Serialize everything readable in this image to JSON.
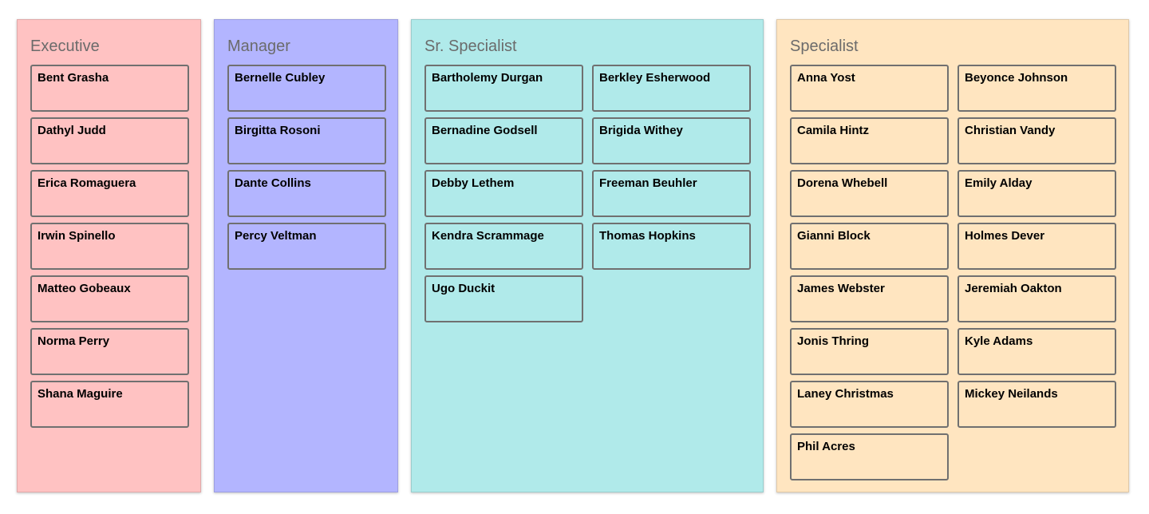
{
  "columns": [
    {
      "id": "executive",
      "title": "Executive",
      "color": "#ffc2c2",
      "people": [
        "Bent Grasha",
        "Dathyl Judd",
        "Erica Romaguera",
        "Irwin Spinello",
        "Matteo Gobeaux",
        "Norma Perry",
        "Shana Maguire"
      ]
    },
    {
      "id": "manager",
      "title": "Manager",
      "color": "#b3b5ff",
      "people": [
        "Bernelle Cubley",
        "Birgitta Rosoni",
        "Dante Collins",
        "Percy Veltman"
      ]
    },
    {
      "id": "sr-specialist",
      "title": "Sr. Specialist",
      "color": "#b0eaea",
      "people": [
        "Bartholemy Durgan",
        "Berkley Esherwood",
        "Bernadine Godsell",
        "Brigida Withey",
        "Debby Lethem",
        "Freeman Beuhler",
        "Kendra Scrammage",
        "Thomas Hopkins",
        "Ugo Duckit"
      ]
    },
    {
      "id": "specialist",
      "title": "Specialist",
      "color": "#ffe5c0",
      "people": [
        "Anna Yost",
        "Beyonce Johnson",
        "Camila Hintz",
        "Christian Vandy",
        "Dorena Whebell",
        "Emily Alday",
        "Gianni Block",
        "Holmes Dever",
        "James Webster",
        "Jeremiah Oakton",
        "Jonis Thring",
        "Kyle Adams",
        "Laney Christmas",
        "Mickey Neilands",
        "Phil Acres"
      ]
    }
  ]
}
